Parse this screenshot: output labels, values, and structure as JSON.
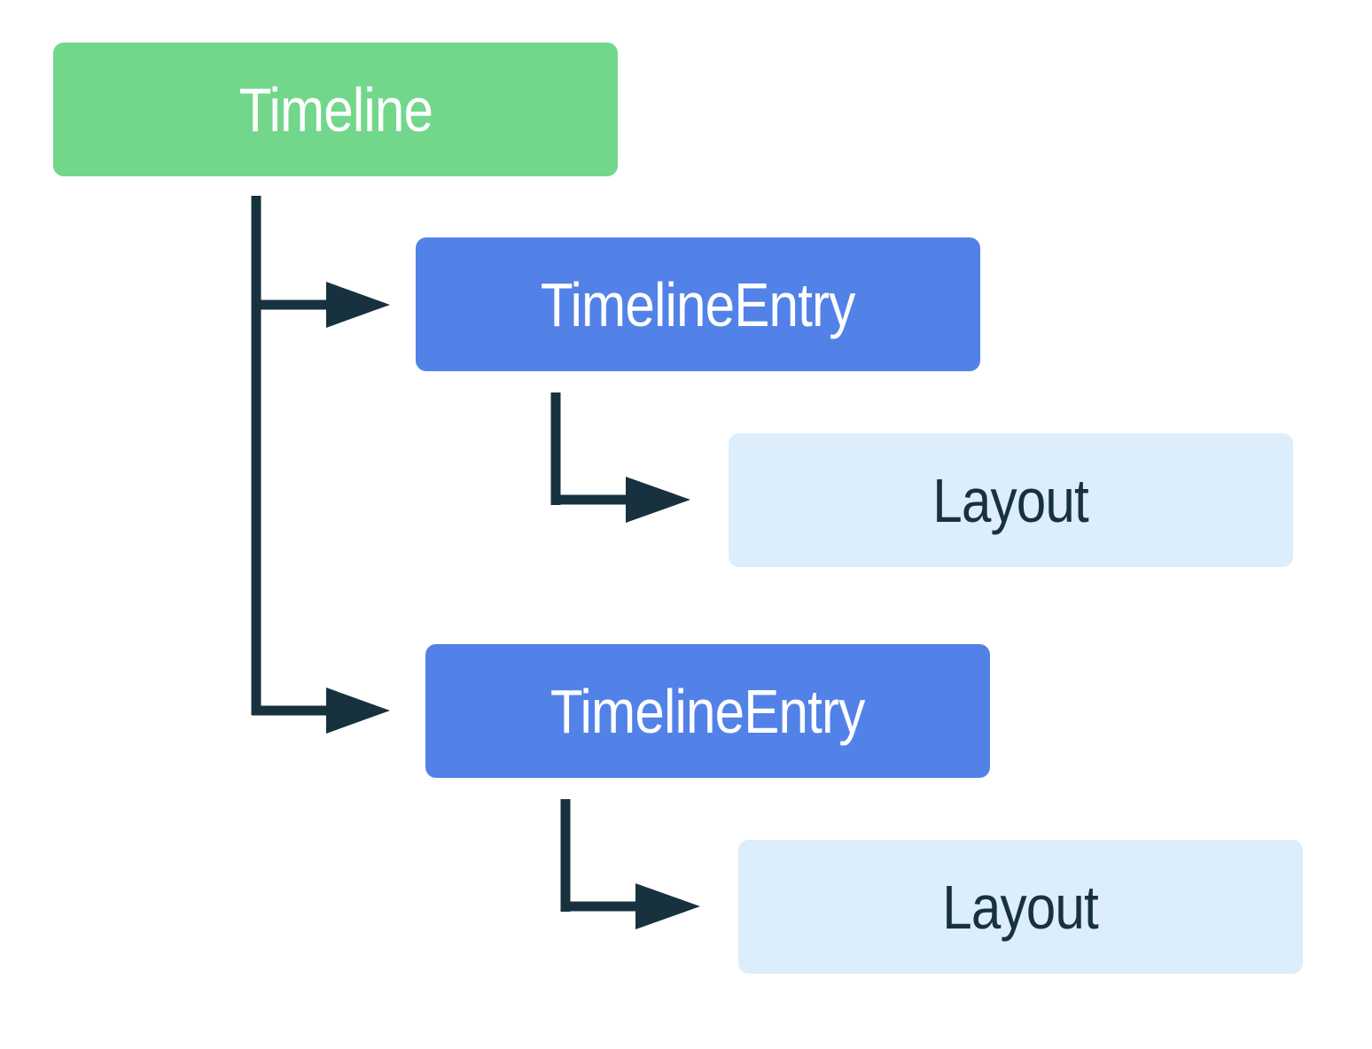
{
  "colors": {
    "root_fill": "#72d78b",
    "entry_fill": "#5282e8",
    "layout_fill": "#dcedfc",
    "light_text": "#ffffff",
    "dark_text": "#17313f",
    "connector": "#17313f"
  },
  "nodes": {
    "timeline": {
      "label": "Timeline"
    },
    "entry_1": {
      "label": "TimelineEntry"
    },
    "layout_1": {
      "label": "Layout"
    },
    "entry_2": {
      "label": "TimelineEntry"
    },
    "layout_2": {
      "label": "Layout"
    }
  },
  "edges": [
    {
      "from": "Timeline",
      "to": "TimelineEntry"
    },
    {
      "from": "Timeline",
      "to": "TimelineEntry"
    },
    {
      "from": "TimelineEntry",
      "to": "Layout"
    },
    {
      "from": "TimelineEntry",
      "to": "Layout"
    }
  ]
}
